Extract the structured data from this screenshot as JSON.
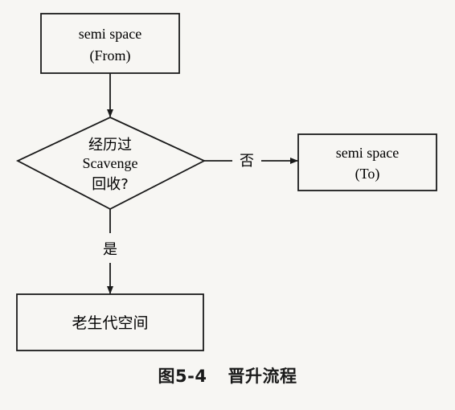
{
  "nodes": {
    "from": {
      "line1": "semi space",
      "line2": "(From)"
    },
    "decision": {
      "line1": "经历过",
      "line2": "Scavenge",
      "line3": "回收?"
    },
    "to": {
      "line1": "semi space",
      "line2": "(To)"
    },
    "old": {
      "label": "老生代空间"
    }
  },
  "edges": {
    "no_label": "否",
    "yes_label": "是"
  },
  "caption": {
    "number": "图5-4",
    "title": "晋升流程"
  }
}
